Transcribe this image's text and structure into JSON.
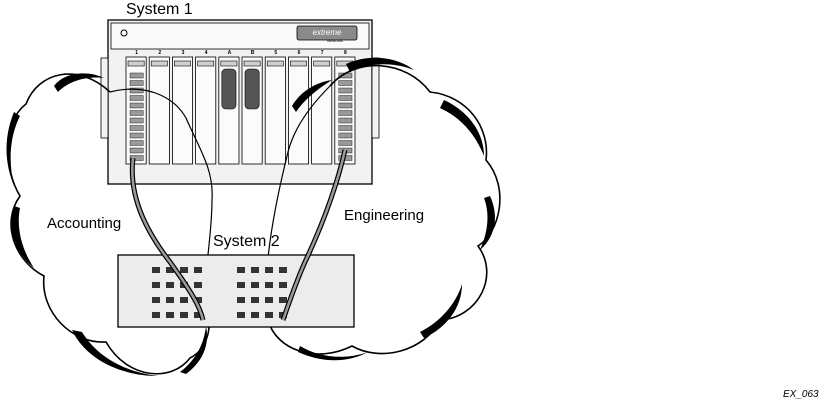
{
  "labels": {
    "system1": "System 1",
    "system2": "System 2",
    "accounting": "Accounting",
    "engineering": "Engineering",
    "figure_id": "EX_063"
  },
  "chassis": {
    "brand": "extreme",
    "brand_sub": "networks",
    "slot_labels": [
      "1",
      "2",
      "3",
      "4",
      "A",
      "B",
      "5",
      "6",
      "7",
      "8"
    ]
  },
  "colors": {
    "outline": "#000000",
    "chassis_fill": "#f2f2f2",
    "switch_fill": "#ececec",
    "port_fill": "#333333",
    "cable_fill": "#9a9a9a",
    "brand_plate": "#8a8a8a"
  },
  "switch_ports": {
    "rows": 4,
    "groups": 2,
    "per_group": 4
  }
}
